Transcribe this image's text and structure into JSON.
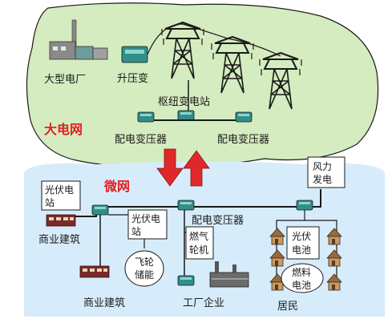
{
  "labels": {
    "big_plant": "大型电厂",
    "step_up": "升压变",
    "hub_substation": "枢纽变电站",
    "dist_tx_left": "配电变压器",
    "dist_tx_right": "配电变压器",
    "big_grid": "大电网",
    "micro_grid": "微网",
    "pv_station_1_line1": "光伏电",
    "pv_station_1_line2": "站",
    "pv_station_2_line1": "光伏电",
    "pv_station_2_line2": "站",
    "dist_tx_center": "配电变压器",
    "commercial_1": "商业建筑",
    "commercial_2": "商业建筑",
    "flywheel_line1": "飞轮",
    "flywheel_line2": "储能",
    "gas_turbine_line1": "燃气",
    "gas_turbine_line2": "轮机",
    "factory": "工厂企业",
    "residents": "居民",
    "wind_line1": "风力",
    "wind_line2": "发电",
    "pv_cell_line1": "光伏",
    "pv_cell_line2": "电池",
    "fuel_cell_line1": "燃料",
    "fuel_cell_line2": "电池"
  },
  "colors": {
    "big_grid_fill": "#d4ecbf",
    "micro_grid_fill": "#d7ecfb",
    "line": "#1a1a1a",
    "equipment": "#2f8f8a",
    "arrow": "#e0282a",
    "red_text": "#e02020"
  }
}
